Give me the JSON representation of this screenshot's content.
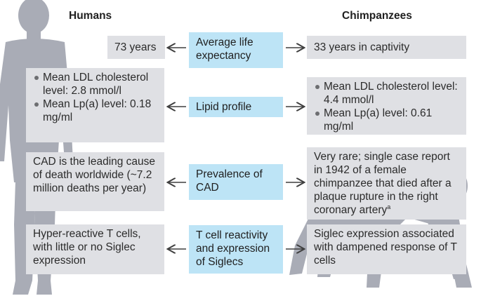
{
  "headers": {
    "humans": "Humans",
    "chimpanzees": "Chimpanzees"
  },
  "rows": [
    {
      "topic": "Average life expectancy",
      "humans": [
        "73 years"
      ],
      "chimpanzees": [
        "33 years in captivity"
      ]
    },
    {
      "topic": "Lipid profile",
      "humans_bullets": [
        "Mean LDL cholesterol level: 2.8 mmol/l",
        "Mean Lp(a) level: 0.18 mg/ml"
      ],
      "chimpanzees_bullets": [
        "Mean LDL cholesterol level: 4.4 mmol/l",
        "Mean Lp(a) level: 0.61 mg/ml"
      ]
    },
    {
      "topic": "Prevalence of CAD",
      "humans": [
        "CAD is the leading cause of death worldwide (~7.2 million deaths per year)"
      ],
      "chimpanzees": [
        "Very rare; single case report in 1942 of a female chimpanzee that died after a plaque rupture in the right coronary artery"
      ],
      "chimpanzees_footnote": "a"
    },
    {
      "topic": "T cell reactivity and expression of Siglecs",
      "humans": [
        "Hyper-reactive T cells, with little or no Siglec expression"
      ],
      "chimpanzees": [
        "Siglec expression associated with dampened response of T cells"
      ]
    }
  ],
  "colors": {
    "panel": "#dfe0e4",
    "topic": "#bde4f6",
    "silhouette": "#a9acb6",
    "arrow": "#3f3f3f"
  }
}
